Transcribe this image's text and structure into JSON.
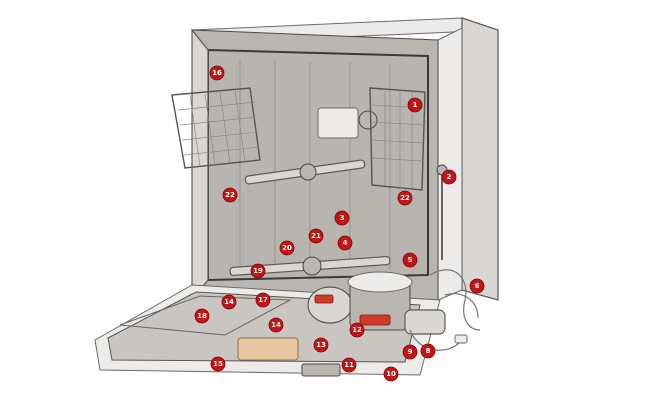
{
  "callouts": [
    {
      "id": "c-16",
      "label": "16"
    },
    {
      "id": "c-1",
      "label": "1"
    },
    {
      "id": "c-2",
      "label": "2"
    },
    {
      "id": "c-22a",
      "label": "22"
    },
    {
      "id": "c-22b",
      "label": "22"
    },
    {
      "id": "c-3",
      "label": "3"
    },
    {
      "id": "c-21",
      "label": "21"
    },
    {
      "id": "c-4",
      "label": "4"
    },
    {
      "id": "c-20",
      "label": "20"
    },
    {
      "id": "c-19",
      "label": "19"
    },
    {
      "id": "c-5",
      "label": "5"
    },
    {
      "id": "c-6",
      "label": "6"
    },
    {
      "id": "c-14a",
      "label": "14"
    },
    {
      "id": "c-17",
      "label": "17"
    },
    {
      "id": "c-18",
      "label": "18"
    },
    {
      "id": "c-14b",
      "label": "14"
    },
    {
      "id": "c-12",
      "label": "12"
    },
    {
      "id": "c-13",
      "label": "13"
    },
    {
      "id": "c-9",
      "label": "9"
    },
    {
      "id": "c-8",
      "label": "8"
    },
    {
      "id": "c-11",
      "label": "11"
    },
    {
      "id": "c-15",
      "label": "15"
    },
    {
      "id": "c-10",
      "label": "10"
    }
  ],
  "colors": {
    "callout_fill": "#c41414",
    "callout_text": "#ffffff",
    "metal": "#d9d6d3"
  }
}
